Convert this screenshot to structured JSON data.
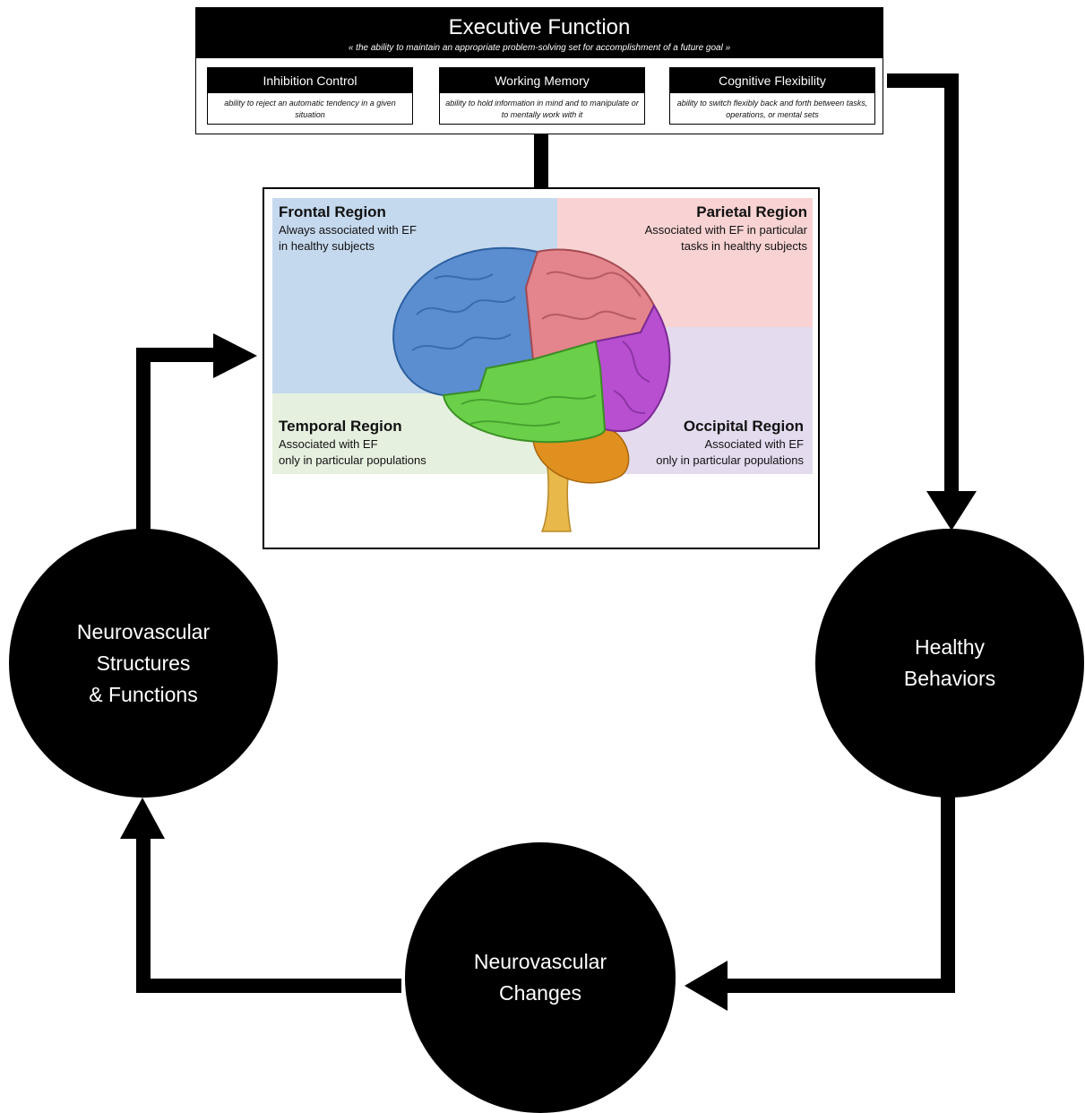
{
  "executive_function": {
    "title": "Executive Function",
    "definition": "« the ability to maintain an appropriate problem-solving set for accomplishment of a future goal »",
    "components": [
      {
        "name": "Inhibition Control",
        "description": "ability to reject an automatic tendency in a given situation"
      },
      {
        "name": "Working Memory",
        "description": "ability to hold information in mind and to manipulate or to mentally work with it"
      },
      {
        "name": "Cognitive Flexibility",
        "description": "ability to switch flexibly back and forth between tasks, operations, or mental sets"
      }
    ]
  },
  "brain_regions": {
    "frontal": {
      "title": "Frontal Region",
      "line1": "Always associated with EF",
      "line2": "in healthy subjects",
      "color": "#c5d9ee"
    },
    "parietal": {
      "title": "Parietal Region",
      "line1": "Associated with EF in particular",
      "line2": "tasks in healthy subjects",
      "color": "#f9d3d3"
    },
    "temporal": {
      "title": "Temporal Region",
      "line1": "Associated with EF",
      "line2": "only in particular populations",
      "color": "#e6f0df"
    },
    "occipital": {
      "title": "Occipital Region",
      "line1": "Associated with EF",
      "line2": "only in particular populations",
      "color": "#e4dbef"
    }
  },
  "cycle_nodes": {
    "left": "Neurovascular\nStructures\n& Functions",
    "right": "Healthy\nBehaviors",
    "bottom": "Neurovascular\nChanges"
  }
}
